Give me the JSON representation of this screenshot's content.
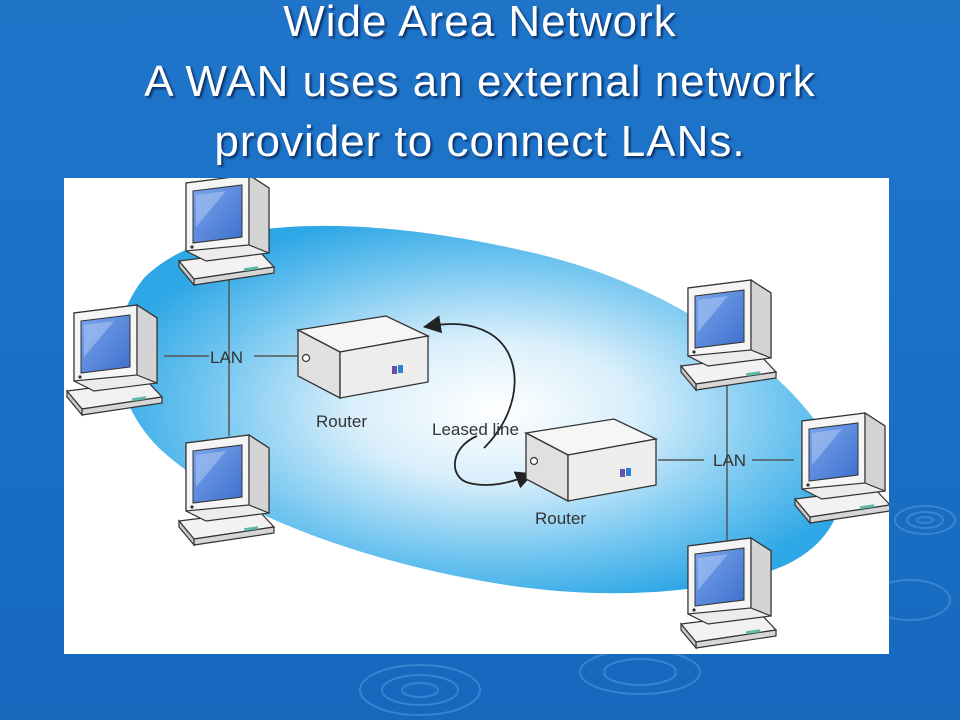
{
  "slide": {
    "title_line1": "Wide Area Network",
    "title_line2": "A WAN uses an external network",
    "title_line3": "provider to connect LANs."
  },
  "diagram": {
    "left_lan_label": "LAN",
    "right_lan_label": "LAN",
    "left_router_label": "Router",
    "right_router_label": "Router",
    "leased_line_label": "Leased line"
  },
  "colors": {
    "background": "#1a72c9",
    "cloud": "#3aaee8",
    "screen": "#4d7fd6",
    "title_text": "#ffffff"
  }
}
